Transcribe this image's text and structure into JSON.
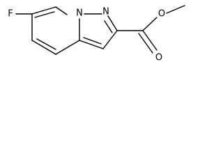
{
  "molecule": {
    "atoms": {
      "fluorine": "F",
      "nitrogen_bridge": "N",
      "nitrogen_pyrazole": "N",
      "oxygen_ether": "O",
      "oxygen_carbonyl": "O"
    },
    "colors": {
      "bond": "#000000",
      "label": "#000000",
      "background": "#ffffff"
    }
  }
}
